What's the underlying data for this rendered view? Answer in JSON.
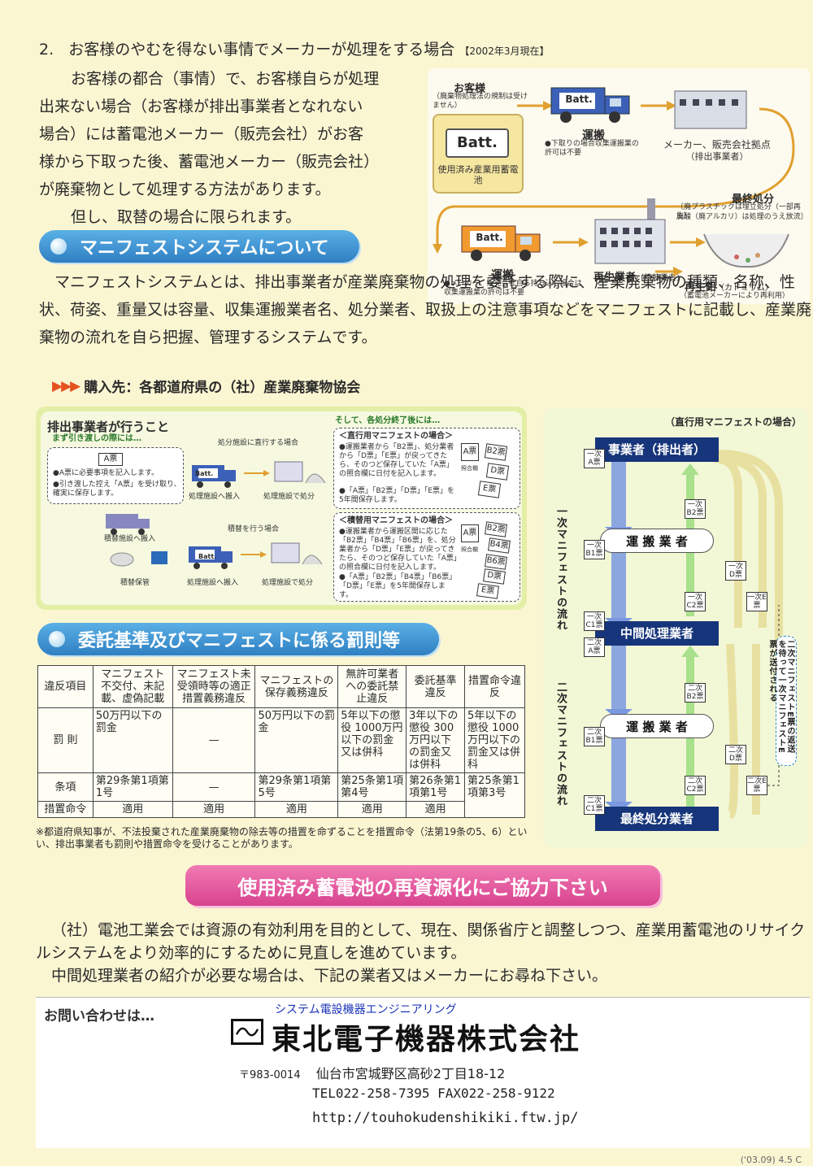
{
  "section2": {
    "number": "2.",
    "title": "お客様のやむを得ない事情でメーカーが処理をする場合",
    "date": "【2002年3月現在】",
    "para1_lines": [
      "お客様の都合（事情）で、お客様自らが処理",
      "出来ない場合（お客様が排出事業者となれない",
      "場合）には蓄電池メーカー（販売会社）がお客",
      "様から下取った後、蓄電池メーカー（販売会社）",
      "が廃棄物として処理する方法があります。"
    ],
    "para2": "但し、取替の場合に限られます。"
  },
  "flow": {
    "customer_title": "お客様",
    "customer_note": "（廃棄物処理法の規制は受けません）",
    "batt": "Batt.",
    "batt_caption": "使用済み産業用蓄電池",
    "transport1": "運搬",
    "transport1_note": "●下取りの場合収集運搬業の許可は不要",
    "maker": "メーカー、販売会社拠点",
    "maker_sub": "（排出事業者）",
    "transport2": "運搬",
    "transport2_note": "●メーカー、販売会社自ら持ち込む場合は収集運搬業の許可は不要",
    "recycler": "再生業者",
    "recycler_sub": "（精錬業者）",
    "final": "最終処分",
    "final_note1": "〔廃プラスチックは埋立処分（一部再生）、",
    "final_note2": "廃酸（廃アルカリ）は処理のうえ放流〕",
    "lead": "再生鉛",
    "lead_sub": "（カドミウム）",
    "lead_note": "（蓄電池メーカーにより再利用）"
  },
  "manifest": {
    "heading": "マニフェストシステムについて",
    "para": "マニフェストシステムとは、排出事業者が産業廃棄物の処理を委託する際に、産業廃棄物の種類、名称、性状、荷姿、重量又は容量、収集運搬業者名、処分業者、取扱上の注意事項などをマニフェストに記載し、産業廃棄物の流れを自ら把握、管理するシステムです。",
    "purchase_arrows": "▶▶▶",
    "purchase": "購入先：各都道府県の（社）産業廃棄物協会"
  },
  "proc": {
    "title": "排出事業者が行うこと",
    "first_label": "まず引き渡しの際には…",
    "ticket_a": "A票",
    "bullet1": "●A票に必要事項を記入します。",
    "bullet2": "●引き渡した控え「A票」を受け取り、確実に保存します。",
    "direct_case": "処分施設に直行する場合",
    "to_facility": "処理施設へ搬入",
    "at_facility": "処理施設で処分",
    "transfer_case": "積替を行う場合",
    "to_transfer": "積替施設へ搬入",
    "storage": "積替保管",
    "to_facility2": "処理施設へ搬入",
    "at_facility2": "処理施設で処分",
    "after_label": "そして、各処分終了後には…",
    "direct_title": "＜直行用マニフェストの場合＞",
    "direct_b1": "●運搬業者から「B2票」、処分業者から「D票」「E票」が戻ってきたら、そのつど保存していた「A票」の照合欄に日付を記入します。",
    "direct_b2": "●「A票」「B2票」「D票」「E票」を5年間保存します。",
    "transfer_title": "＜積替用マニフェストの場合＞",
    "transfer_b1": "●運搬業者から運搬区間に応じた「B2票」「B4票」「B6票」を、処分業者から「D票」「E票」が戻ってきたら、そのつど保存していた「A票」の照合欄に日付を記入します。",
    "transfer_b2": "●「A票」「B2票」「B4票」「B6票」「D票」「E票」を5年間保存します。",
    "t_a": "A票",
    "t_b2": "B2票",
    "t_b4": "B4票",
    "t_b6": "B6票",
    "t_d": "D票",
    "t_e": "E票",
    "collate": "照合欄"
  },
  "mflow": {
    "title": "（直行用マニフェストの場合）",
    "n1": "事業者（排出者）",
    "n2": "運 搬 業 者",
    "n3": "中間処理業者",
    "n4": "運 搬 業 者",
    "n5": "最終処分業者",
    "v1": "一次マニフェストの流れ",
    "v2": "二次マニフェストの流れ",
    "v3": "二次マニフェストE票の返送を待って一次マニフェストE票が送付される",
    "s1a": "一次A票",
    "s1b2": "一次B2票",
    "s1b1": "一次B1票",
    "s1c2": "一次C2票",
    "s1d": "一次D票",
    "s1e": "一次E票",
    "s1c1": "一次C1票",
    "s2a": "二次A票",
    "s2b2": "二次B2票",
    "s2b1": "二次B1票",
    "s2d": "二次D票",
    "s2c2": "二次C2票",
    "s2e": "二次E票",
    "s2c1": "二次C1票"
  },
  "penalty": {
    "heading": "委託基準及びマニフェストに係る罰則等",
    "headers": [
      "違反項目",
      "マニフェスト不交付、未記載、虚偽記載",
      "マニフェスト未受領時等の適正措置義務違反",
      "マニフェストの保存義務違反",
      "無許可業者への委託禁止違反",
      "委託基準違反",
      "措置命令違反"
    ],
    "row_penalty_label": "罰 則",
    "penalties": [
      "50万円以下の罰金",
      "—",
      "50万円以下の罰金",
      "5年以下の懲役 1000万円以下の罰金又は併科",
      "3年以下の懲役 300万円以下の罰金又は併科",
      "5年以下の懲役 1000万円以下の罰金又は併科"
    ],
    "row_article_label": "条項",
    "articles": [
      "第29条第1項第1号",
      "—",
      "第29条第1項第5号",
      "第25条第1項第4号",
      "第26条第1項第1号",
      "第25条第1項第3号"
    ],
    "row_order_label": "措置命令",
    "orders": [
      "適用",
      "適用",
      "適用",
      "適用",
      "適用"
    ],
    "note": "※都道府県知事が、不法投棄された産業廃棄物の除去等の措置を命ずることを措置命令（法第19条の5、6）といい、排出事業者も罰則や措置命令を受けることがあります。"
  },
  "banner": "使用済み蓄電池の再資源化にご協力下さい",
  "closing": {
    "p1": "（社）電池工業会では資源の有効利用を目的として、現在、関係省庁と調整しつつ、産業用蓄電池のリサイクルシステムをより効率的にするために見直しを進めています。",
    "p2": "中間処理業者の紹介が必要な場合は、下記の業者又はメーカーにお尋ね下さい。"
  },
  "contact": {
    "label": "お問い合わせは…",
    "tagline": "システム電設機器エンジニアリング",
    "company": "東北電子機器株式会社",
    "zip": "〒983-0014",
    "address": "仙台市宮城野区高砂2丁目18-12",
    "tel": "TEL022-258-7395 FAX022-258-9122",
    "url": "http://touhokudenshikiki.ftw.jp/"
  },
  "footer_code": "('03.09) 4.5 C"
}
